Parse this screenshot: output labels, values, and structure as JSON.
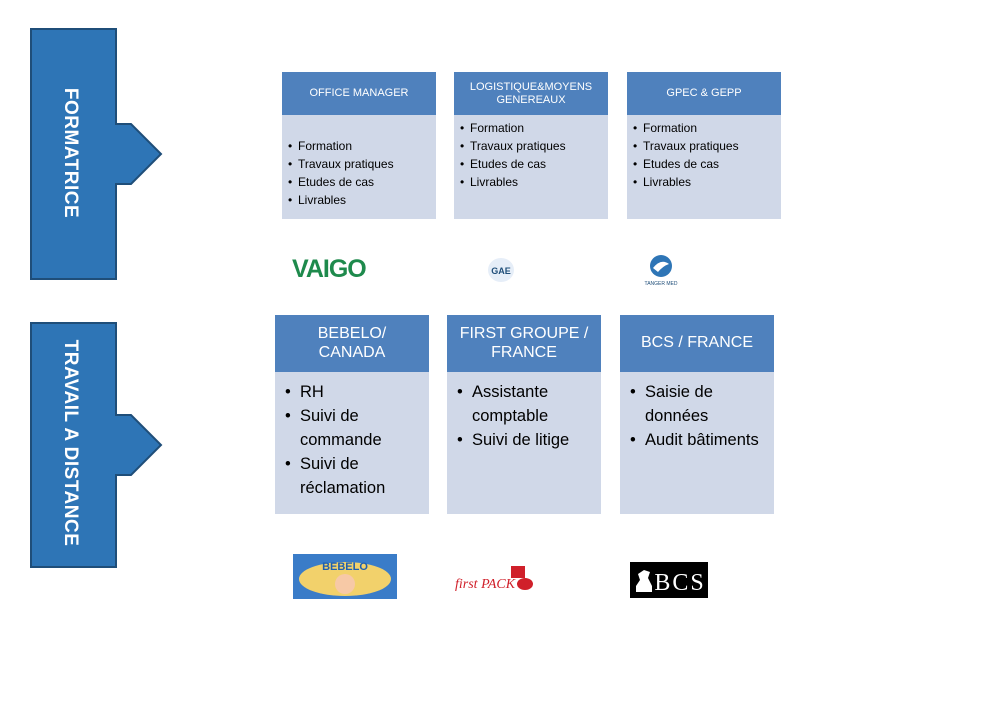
{
  "arrows": {
    "top": "FORMATRICE",
    "bottom": "TRAVAIL A DISTANCE",
    "fill": "#2e75b6",
    "stroke": "#1f4e79"
  },
  "top_cards": [
    {
      "title": "OFFICE MANAGER",
      "items": [
        "Formation",
        "Travaux pratiques",
        "Etudes de cas",
        "Livrables"
      ]
    },
    {
      "title": "LOGISTIQUE&MOYENS GENEREAUX",
      "items": [
        "Formation",
        "Travaux pratiques",
        "Etudes de cas",
        "Livrables"
      ]
    },
    {
      "title": "GPEC & GEPP",
      "items": [
        "Formation",
        "Travaux pratiques",
        "Etudes de cas",
        "Livrables"
      ]
    }
  ],
  "bottom_cards": [
    {
      "title": "BEBELO/ CANADA",
      "items": [
        "RH",
        "Suivi de commande",
        "Suivi de réclamation"
      ]
    },
    {
      "title": "FIRST GROUPE / FRANCE",
      "items": [
        "Assistante comptable",
        "Suivi de litige"
      ]
    },
    {
      "title": "BCS / FRANCE",
      "items": [
        "Saisie de données",
        "Audit bâtiments"
      ]
    }
  ],
  "logos": {
    "vaigo": "VAIGO",
    "gae": "GAE",
    "tanger": "TANGER MED",
    "bebelo": "BEBELO",
    "firstpack": "first PACK",
    "bcs": "BCS"
  },
  "colors": {
    "card_header": "#4f81bd",
    "card_body": "#d0d8e8",
    "vaigo_green": "#1e8a4c",
    "firstpack_red": "#d0202a"
  }
}
